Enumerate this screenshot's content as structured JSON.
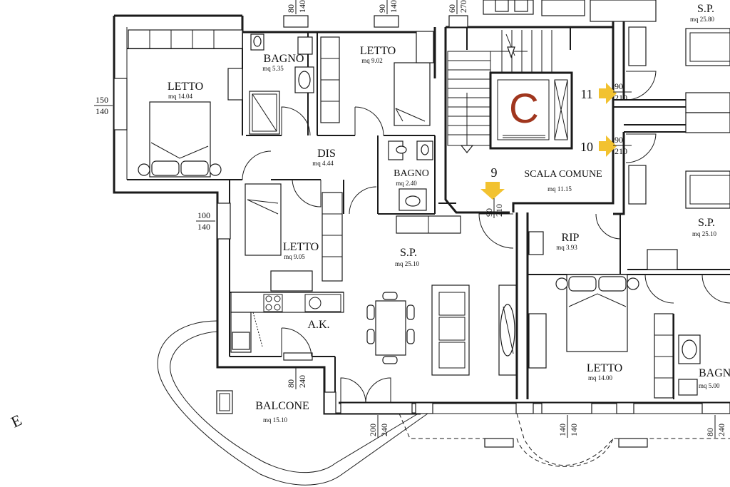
{
  "rooms": {
    "letto_1": {
      "name": "LETTO",
      "area": "mq 14.04"
    },
    "bagno_1": {
      "name": "BAGNO",
      "area": "mq 5.35"
    },
    "letto_2": {
      "name": "LETTO",
      "area": "mq 9.02"
    },
    "dis": {
      "name": "DIS",
      "area": "mq 4.44"
    },
    "bagno_2": {
      "name": "BAGNO",
      "area": "mq 2.40"
    },
    "letto_3": {
      "name": "LETTO",
      "area": "mq 9.05"
    },
    "sp_main": {
      "name": "S.P.",
      "area": "mq 25.10"
    },
    "ak": {
      "name": "A.K."
    },
    "balcone": {
      "name": "BALCONE",
      "area": "mq 15.10"
    },
    "scala": {
      "name": "SCALA COMUNE",
      "area": "mq 11.15"
    },
    "rip": {
      "name": "RIP",
      "area": "mq 3.93"
    },
    "letto_4": {
      "name": "LETTO",
      "area": "mq 14.00"
    },
    "bagno_3": {
      "name": "BAGN",
      "area": "mq 5.00"
    },
    "sp_right_top": {
      "name": "S.P.",
      "area": "mq 25.80"
    },
    "sp_right": {
      "name": "S.P.",
      "area": "mq 25.10"
    }
  },
  "stair_label": "C",
  "apartment_numbers": {
    "n9": "9",
    "n10": "10",
    "n11": "11"
  },
  "dimensions": {
    "win_top_1": {
      "a": "80",
      "b": "140"
    },
    "win_top_2": {
      "a": "90",
      "b": "140"
    },
    "win_top_3": {
      "a": "60",
      "b": "270"
    },
    "win_left_1": {
      "a": "150",
      "b": "140"
    },
    "win_left_2": {
      "a": "100",
      "b": "140"
    },
    "door_9": {
      "a": "90",
      "b": "210"
    },
    "door_10": {
      "a": "90",
      "b": "210"
    },
    "door_11": {
      "a": "90",
      "b": "210"
    },
    "ak_door": {
      "a": "80",
      "b": "240"
    },
    "balcone_door": {
      "a": "200",
      "b": "240"
    },
    "win_bottom_1": {
      "a": "140",
      "b": "140"
    },
    "win_bottom_2": {
      "a": "80",
      "b": "240"
    }
  },
  "edge_fragment": "E",
  "colors": {
    "stair_letter": "#a0361e",
    "arrow": "#f2c230"
  }
}
